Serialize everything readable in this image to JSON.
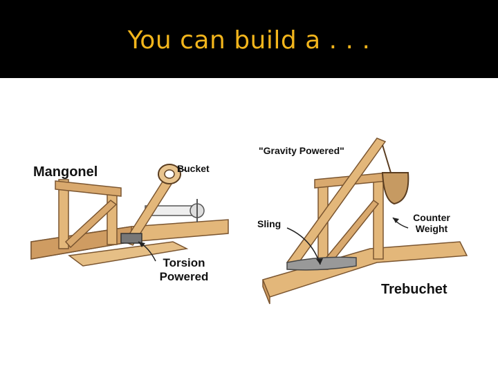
{
  "slide": {
    "title": "You can build a . . .",
    "colors": {
      "header_bg": "#000000",
      "title_text": "#f2b51c",
      "wood": "#e3b77a",
      "wood_dark": "#c9955a"
    }
  },
  "mangonel": {
    "name": "Mangonel",
    "labels": {
      "bucket": "Bucket",
      "torsion_line1": "Torsion",
      "torsion_line2": "Powered"
    }
  },
  "trebuchet": {
    "name": "Trebuchet",
    "labels": {
      "gravity": "\"Gravity Powered\"",
      "sling": "Sling",
      "counter_line1": "Counter",
      "counter_line2": "Weight"
    }
  }
}
